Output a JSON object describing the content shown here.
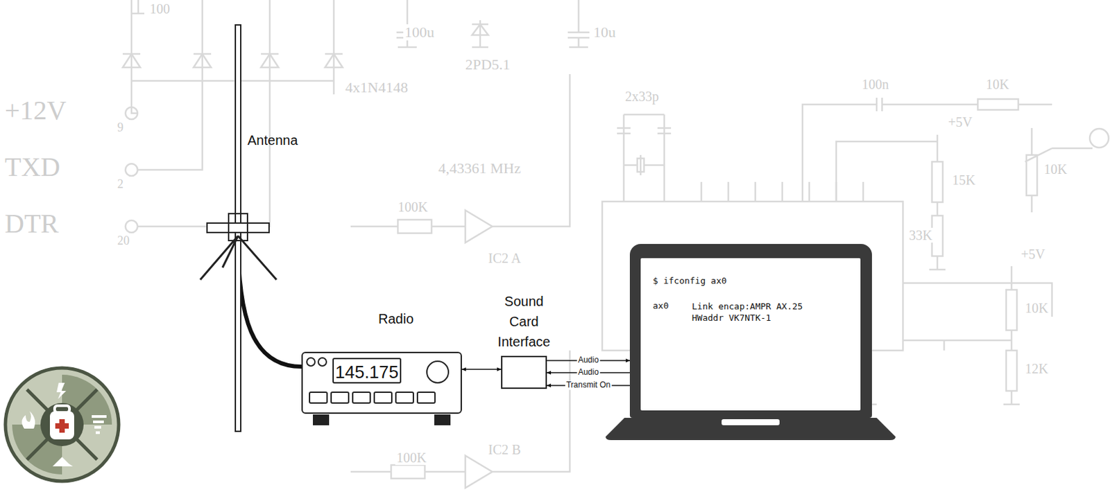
{
  "diagram": {
    "nodes": [
      {
        "text": [
          "Antenna"
        ]
      },
      {
        "text": [
          "Radio",
          "145.175"
        ]
      },
      {
        "text": [
          "Sound Card Interface"
        ]
      },
      {
        "text": [
          "$ ifconfig ax0",
          "ax0",
          "Link encap:AMPR AX.25 HWaddr VK7NTK-1"
        ]
      }
    ],
    "edges": [
      {
        "from": 0,
        "to": 1,
        "arrow": "none"
      },
      {
        "from": 1,
        "to": 2,
        "arrow": "both"
      },
      {
        "from": 2,
        "to": 3,
        "arrow": "to",
        "label": "Audio"
      },
      {
        "from": 3,
        "to": 2,
        "arrow": "to",
        "label": "Audio"
      },
      {
        "from": 3,
        "to": 2,
        "arrow": "to",
        "label": "Transmit On"
      }
    ],
    "labels": [
      "+12V",
      "9",
      "TXD",
      "2",
      "DTR",
      "20",
      "100",
      "100u",
      "10u",
      "2PD5.1",
      "4x1N4148",
      "4,43361 MHz",
      "IC2 A",
      "100K",
      "2x33p",
      "100n",
      "10K",
      "+5V",
      "15K",
      "10K",
      "33K",
      "+5V",
      "10K",
      "12K",
      "IC2 B",
      "100K"
    ]
  }
}
